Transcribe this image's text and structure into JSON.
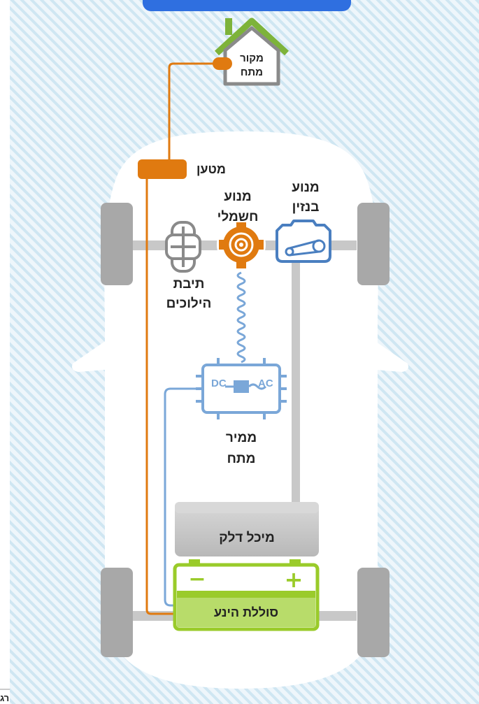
{
  "labels": {
    "power_source": [
      "מקור",
      "מתח"
    ],
    "charger": "מטען",
    "electric_motor": [
      "מנוע",
      "חשמלי"
    ],
    "gasoline_engine": [
      "מנוע",
      "בנזין"
    ],
    "gearbox": [
      "תיבת",
      "הילוכים"
    ],
    "inverter": [
      "ממיר",
      "מתח"
    ],
    "inverter_dc": "DC",
    "inverter_ac": "AC",
    "fuel_tank": "מיכל דלק",
    "battery": "סוללת הינע",
    "battery_minus": "−",
    "battery_plus": "+",
    "corner_fragment": "רג"
  },
  "colors": {
    "background_stripe": "#cfe6f2",
    "top_tab": "#2f6fe0",
    "charge_cable": "#e07a10",
    "low_voltage_wire": "#7aa7d8",
    "car_body": "#ffffff",
    "wheels": "#a8a8a8",
    "axle": "#c8c8c8",
    "battery": "#9acb2a",
    "fuel_tank": "#c4c4c4",
    "house": "#7db33a"
  }
}
